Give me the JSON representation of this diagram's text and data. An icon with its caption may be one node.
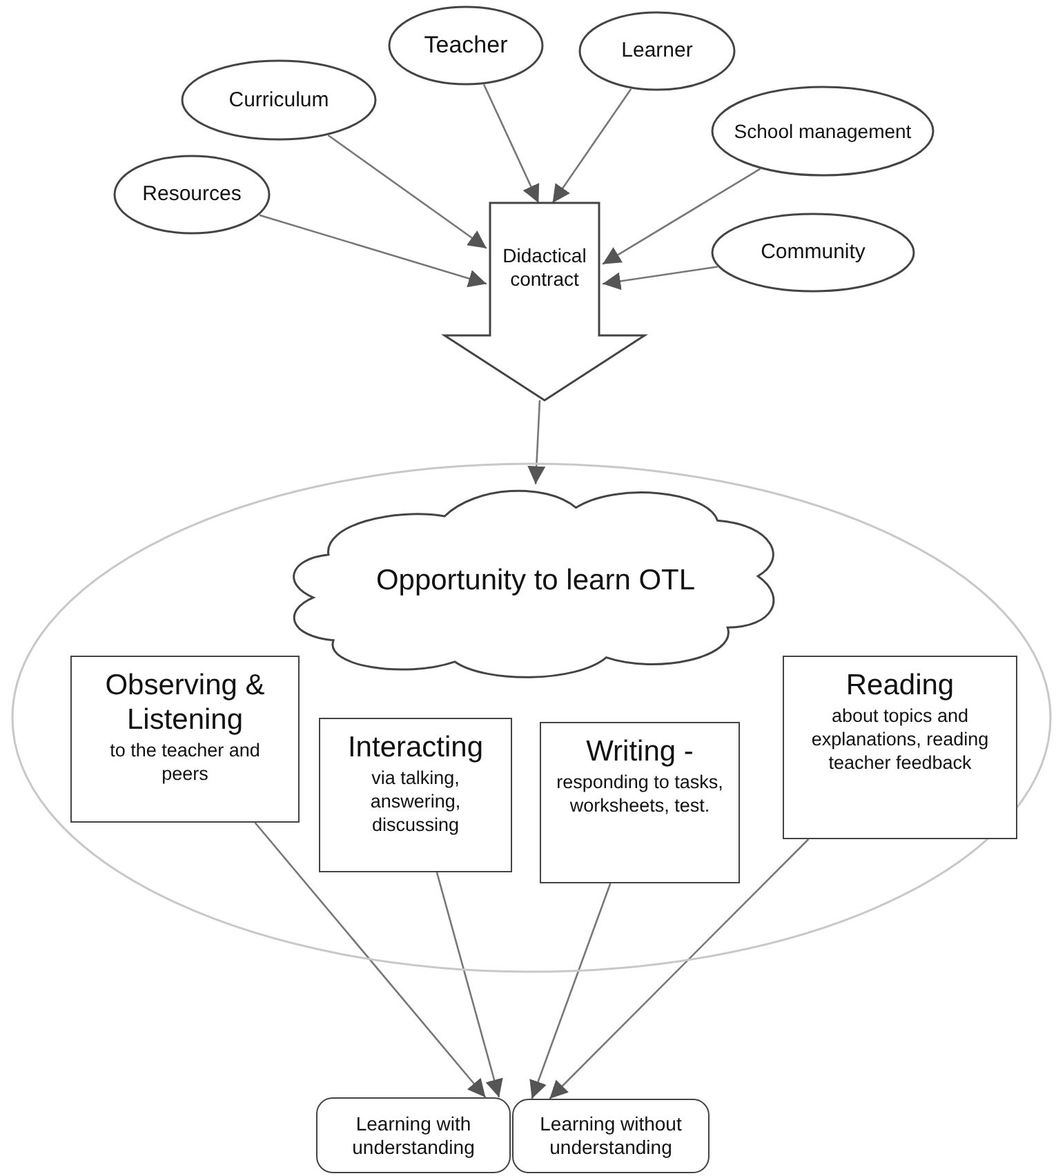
{
  "diagram": {
    "nodes": [
      {
        "text": [
          "Teacher"
        ]
      },
      {
        "text": [
          "Learner"
        ]
      },
      {
        "text": [
          "Curriculum"
        ]
      },
      {
        "text": [
          "School management"
        ]
      },
      {
        "text": [
          "Resources"
        ]
      },
      {
        "text": [
          "Community"
        ]
      },
      {
        "text": [
          "Didactical contract"
        ]
      },
      {
        "text": [],
        "shape": "ellipse"
      },
      {
        "text": [
          "Opportunity to learn OTL"
        ],
        "in": 7
      },
      {
        "text": [
          "Observing & Listening",
          "to the teacher and peers"
        ],
        "in": 7
      },
      {
        "text": [
          "Interacting",
          "via talking, answering, discussing"
        ],
        "in": 7
      },
      {
        "text": [
          "Writing -",
          "responding to tasks, worksheets, test."
        ],
        "in": 7
      },
      {
        "text": [
          "Reading",
          "about topics and explanations, reading teacher feedback"
        ],
        "in": 7
      },
      {
        "text": [
          "Learning with understanding"
        ]
      },
      {
        "text": [
          "Learning without understanding"
        ]
      }
    ],
    "edges": [
      {
        "from": 0,
        "to": 6,
        "arrow": "to"
      },
      {
        "from": 1,
        "to": 6,
        "arrow": "to"
      },
      {
        "from": 2,
        "to": 6,
        "arrow": "to"
      },
      {
        "from": 3,
        "to": 6,
        "arrow": "to"
      },
      {
        "from": 4,
        "to": 6,
        "arrow": "to"
      },
      {
        "from": 5,
        "to": 6,
        "arrow": "to"
      },
      {
        "from": 6,
        "to": 8,
        "arrow": "to"
      },
      {
        "from": 9,
        "to": 13,
        "arrow": "to"
      },
      {
        "from": 10,
        "to": 13,
        "arrow": "to"
      },
      {
        "from": 11,
        "to": 14,
        "arrow": "to"
      },
      {
        "from": 12,
        "to": 14,
        "arrow": "to"
      }
    ]
  }
}
